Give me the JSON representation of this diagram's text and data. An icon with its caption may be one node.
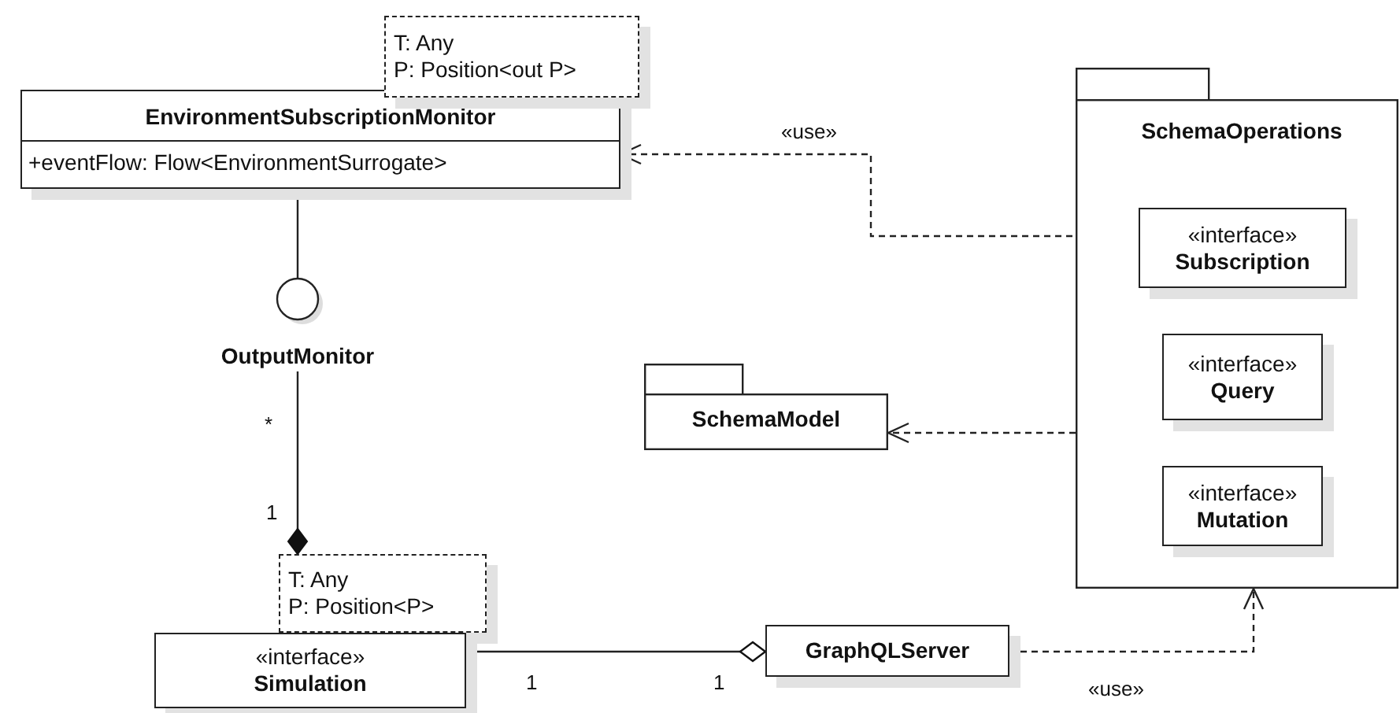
{
  "diagram": {
    "nodes": [
      {
        "text": [
          "EnvironmentSubscriptionMonitor",
          "+eventFlow: Flow<EnvironmentSurrogate>"
        ]
      },
      {
        "text": [
          "T: Any",
          "P: Position<out P>"
        ]
      },
      {
        "text": [
          "OutputMonitor"
        ]
      },
      {
        "text": [
          "SchemaOperations"
        ]
      },
      {
        "text": [
          "«interface»",
          "Subscription"
        ],
        "in": 3
      },
      {
        "text": [
          "«interface»",
          "Query"
        ],
        "in": 3
      },
      {
        "text": [
          "«interface»",
          "Mutation"
        ],
        "in": 3
      },
      {
        "text": [
          "SchemaModel"
        ]
      },
      {
        "text": [
          "T: Any",
          "P: Position<P>"
        ]
      },
      {
        "text": [
          "«interface»",
          "Simulation"
        ]
      },
      {
        "text": [
          "GraphQLServer"
        ]
      }
    ],
    "edges": [
      {
        "from": 0,
        "to": 2,
        "arrow": "none"
      },
      {
        "from": 2,
        "to": 8,
        "arrow": "other"
      },
      {
        "from": 9,
        "to": 10,
        "arrow": "other"
      },
      {
        "from": 10,
        "to": 3,
        "arrow": "to",
        "label": "«use»",
        "style": "dashed"
      },
      {
        "from": 4,
        "to": 0,
        "arrow": "to",
        "label": "«use»",
        "style": "dashed"
      },
      {
        "from": 3,
        "to": 7,
        "arrow": "to",
        "style": "dashed"
      }
    ],
    "labels": [
      "*",
      "1",
      "1",
      "1"
    ]
  }
}
